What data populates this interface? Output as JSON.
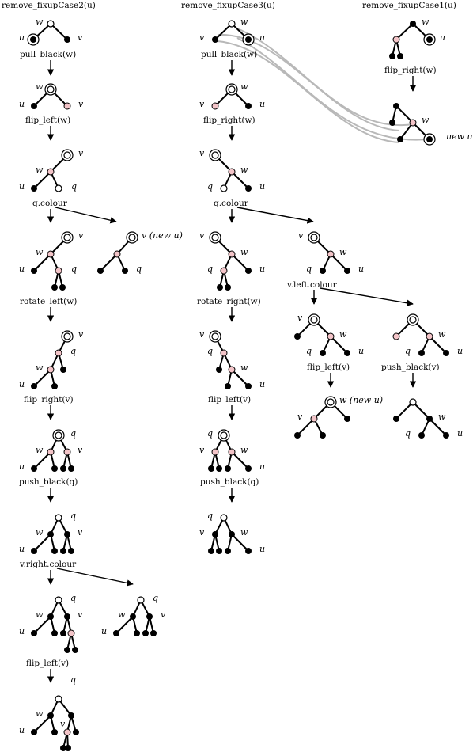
{
  "colors": {
    "black": "#000000",
    "white": "#ffffff",
    "pink": "#f3c4c8",
    "curve": "#b8b8b8"
  },
  "titles": {
    "case2": "remove_fixupCase2(u)",
    "case3": "remove_fixupCase3(u)",
    "case1": "remove_fixupCase1(u)"
  },
  "ops": {
    "c2_pull_black": "pull_black(w)",
    "c2_flip_left_w": "flip_left(w)",
    "c2_q_colour": "q.colour",
    "c2_rotate_left": "rotate_left(w)",
    "c2_flip_right_v": "flip_right(v)",
    "c2_push_black": "push_black(q)",
    "c2_v_right_colour": "v.right.colour",
    "c2_flip_left_v": "flip_left(v)",
    "c3_pull_black": "pull_black(w)",
    "c3_flip_right_w": "flip_right(w)",
    "c3_q_colour": "q.colour",
    "c3_rotate_right": "rotate_right(w)",
    "c3_flip_left_v": "flip_left(v)",
    "c3_push_black": "push_black(q)",
    "c3_v_left_colour": "v.left.colour",
    "c3_flip_left_v2": "flip_left(v)",
    "c3_push_black_v": "push_black(v)",
    "c1_flip_right": "flip_right(w)"
  },
  "node_labels": {
    "u": "u",
    "v": "v",
    "w": "w",
    "q": "q",
    "v_new_u": "v (new u)",
    "w_new_u": "w (new u)",
    "new_u": "new u"
  }
}
